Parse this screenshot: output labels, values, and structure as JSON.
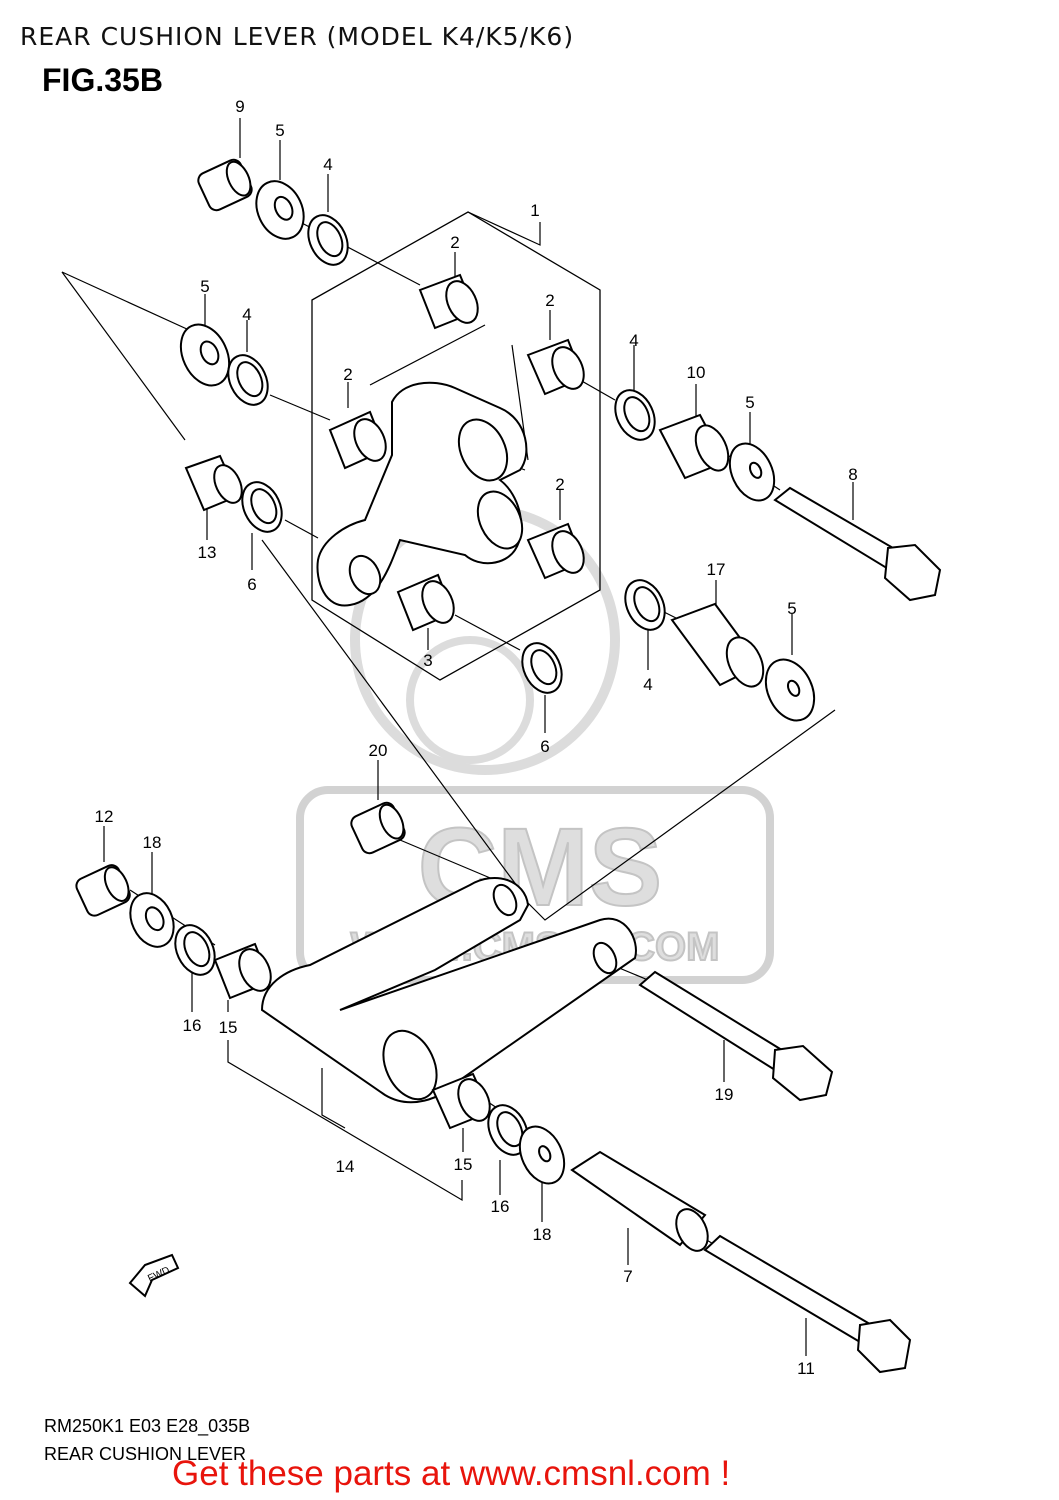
{
  "header": {
    "title": "REAR CUSHION LEVER (MODEL K4/K5/K6)",
    "figure": "FIG.35B"
  },
  "watermark": {
    "brand": "CMS",
    "url": "WWW.CMSNL.COM"
  },
  "orientation_badge": "FWD",
  "callouts": {
    "c1": "1",
    "c2a": "2",
    "c2b": "2",
    "c2c": "2",
    "c2d": "2",
    "c3": "3",
    "c4a": "4",
    "c4b": "4",
    "c4c": "4",
    "c4d": "4",
    "c5a": "5",
    "c5b": "5",
    "c5c": "5",
    "c5d": "5",
    "c6a": "6",
    "c6b": "6",
    "c7": "7",
    "c8": "8",
    "c9": "9",
    "c10": "10",
    "c11": "11",
    "c12": "12",
    "c13": "13",
    "c14": "14",
    "c15a": "15",
    "c15b": "15",
    "c16a": "16",
    "c16b": "16",
    "c17": "17",
    "c18a": "18",
    "c18b": "18",
    "c19": "19",
    "c20": "20"
  },
  "footer": {
    "code": "RM250K1 E03 E28_035B",
    "caption": "REAR CUSHION LEVER",
    "promo": "Get these parts at www.cmsnl.com !"
  },
  "colors": {
    "promo": "#e8140c",
    "watermark": "#dedede",
    "line": "#000000"
  }
}
